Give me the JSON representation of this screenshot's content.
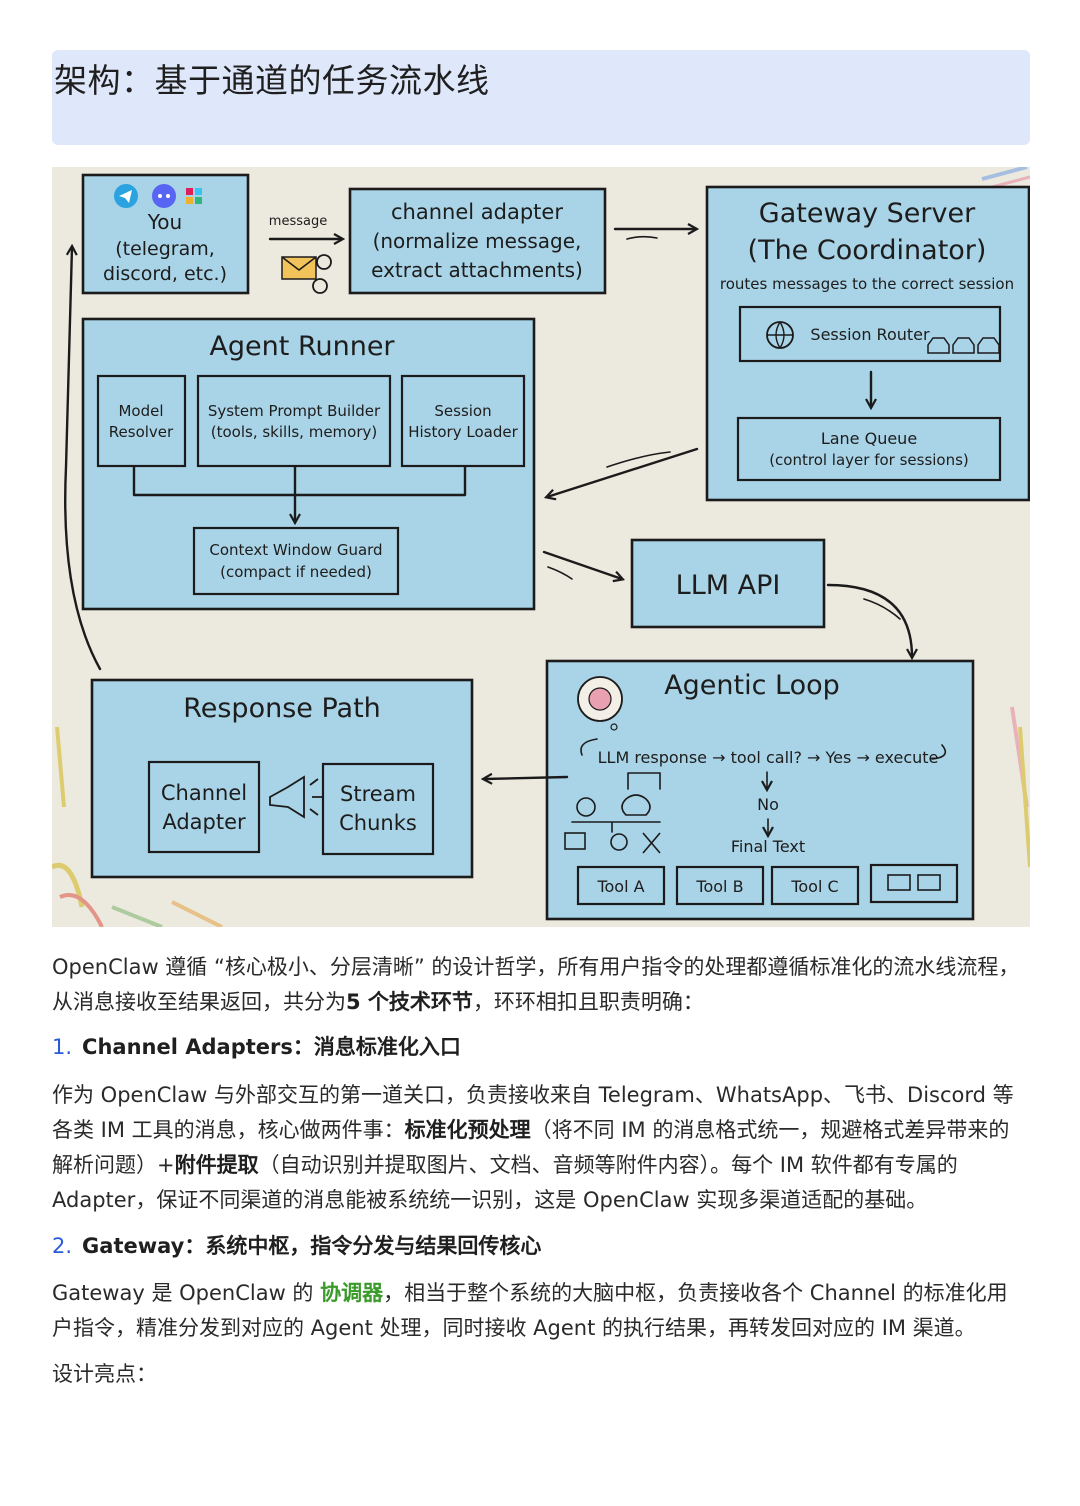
{
  "title": "架构：基于通道的任务流水线",
  "diagram": {
    "you": [
      "You",
      "(telegram,",
      "discord, etc.)"
    ],
    "message_label": "message",
    "channel_adapter": [
      "channel adapter",
      "(normalize message,",
      "extract attachments)"
    ],
    "gateway": {
      "title": "Gateway Server",
      "subtitle": "(The Coordinator)",
      "note": "routes messages to the correct session",
      "session_router": "Session Router",
      "lane_queue": [
        "Lane Queue",
        "(control layer for sessions)"
      ]
    },
    "agent_runner": {
      "title": "Agent Runner",
      "model_resolver": [
        "Model",
        "Resolver"
      ],
      "system_prompt": [
        "System Prompt Builder",
        "(tools, skills, memory)"
      ],
      "session_history": [
        "Session",
        "History Loader"
      ],
      "context_guard": [
        "Context Window Guard",
        "(compact if needed)"
      ]
    },
    "llm_api": "LLM API",
    "agentic_loop": {
      "title": "Agentic Loop",
      "flow": "LLM response → tool call? → Yes → execute",
      "no": "No",
      "final": "Final Text",
      "tools": [
        "Tool A",
        "Tool B",
        "Tool C"
      ]
    },
    "response_path": {
      "title": "Response Path",
      "channel_adapter": [
        "Channel",
        "Adapter"
      ],
      "stream_chunks": [
        "Stream",
        "Chunks"
      ]
    },
    "colors": {
      "box": "#a9d3e6",
      "background": "#ece9df",
      "title_band": "#dfe8fb"
    }
  },
  "intro": {
    "p1": "OpenClaw 遵循 “核心极小、分层清晰” 的设计哲学，所有用户指令的处理都遵循标准化的流水线流程，从消息接收至结果返回，共分为",
    "p1_bold": "5 个技术环节",
    "p1_end": "，环环相扣且职责明确："
  },
  "section1": {
    "num": "1.",
    "heading": "Channel Adapters：消息标准化入口",
    "p_a": "作为 OpenClaw 与外部交互的第一道关口，负责接收来自 Telegram、WhatsApp、飞书、Discord 等各类 IM 工具的消息，核心做两件事：",
    "bold1": "标准化预处理",
    "p_b": "（将不同 IM 的消息格式统一，规避格式差异带来的解析问题）+",
    "bold2": "附件提取",
    "p_c": "（自动识别并提取图片、文档、音频等附件内容）。每个 IM 软件都有专属的 Adapter，保证不同渠道的消息能被系统统一识别，这是 OpenClaw 实现多渠道适配的基础。"
  },
  "section2": {
    "num": "2.",
    "heading": "Gateway：系统中枢，指令分发与结果回传核心",
    "p_a": "Gateway 是 OpenClaw 的 ",
    "green": "协调器",
    "p_b": "，相当于整个系统的大脑中枢，负责接收各个 Channel 的标准化用户指令，精准分发到对应的 Agent 处理，同时接收 Agent 的执行结果，再转发回对应的 IM 渠道。"
  },
  "highlights_label": "设计亮点："
}
